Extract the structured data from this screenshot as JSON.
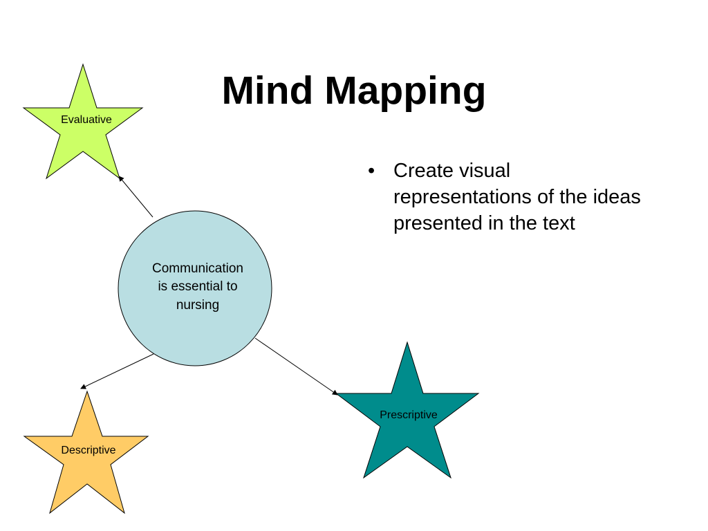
{
  "title": "Mind Mapping",
  "bullets": [
    "Create visual representations of the ideas presented in the text"
  ],
  "bullet_symbol": "•",
  "center_node": {
    "lines": [
      "Communication",
      "is essential to",
      "nursing"
    ],
    "fill": "#B9DEE2"
  },
  "star_nodes": [
    {
      "label": "Evaluative",
      "fill": "#CCFF66"
    },
    {
      "label": "Descriptive",
      "fill": "#FFCC66"
    },
    {
      "label": "Prescriptive",
      "fill": "#008C8C"
    }
  ]
}
